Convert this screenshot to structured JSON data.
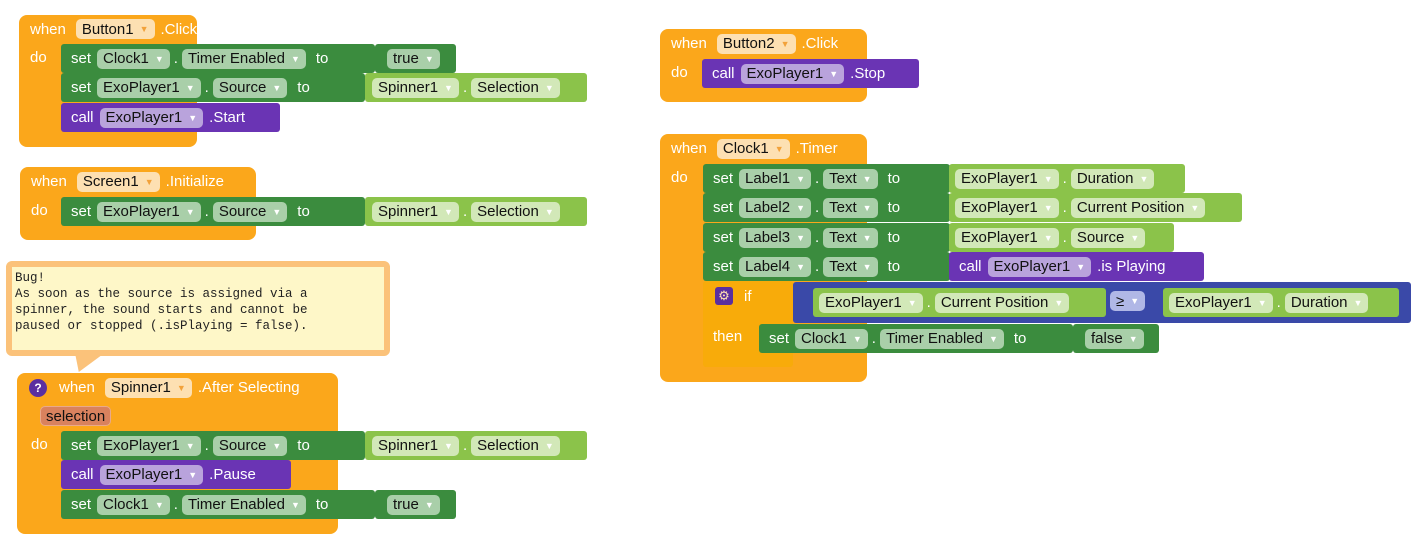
{
  "blocks": {
    "b1": {
      "when": "when",
      "component": "Button1",
      "event": ".Click",
      "do": "do",
      "r1": {
        "kw": "set",
        "comp": "Clock1",
        "prop": "Timer Enabled",
        "to": "to",
        "val": "true"
      },
      "r2": {
        "kw": "set",
        "comp": "ExoPlayer1",
        "prop": "Source",
        "to": "to",
        "vcomp": "Spinner1",
        "vprop": "Selection"
      },
      "r3": {
        "kw": "call",
        "comp": "ExoPlayer1",
        "method": ".Start"
      }
    },
    "b2": {
      "when": "when",
      "component": "Screen1",
      "event": ".Initialize",
      "do": "do",
      "r1": {
        "kw": "set",
        "comp": "ExoPlayer1",
        "prop": "Source",
        "to": "to",
        "vcomp": "Spinner1",
        "vprop": "Selection"
      }
    },
    "note": {
      "text": "Bug!\nAs soon as the source is assigned via a\nspinner, the sound starts and cannot be\npaused or stopped (.isPlaying = false)."
    },
    "b3": {
      "help": "?",
      "when": "when",
      "component": "Spinner1",
      "event": ".After Selecting",
      "param": "selection",
      "do": "do",
      "r1": {
        "kw": "set",
        "comp": "ExoPlayer1",
        "prop": "Source",
        "to": "to",
        "vcomp": "Spinner1",
        "vprop": "Selection"
      },
      "r2": {
        "kw": "call",
        "comp": "ExoPlayer1",
        "method": ".Pause"
      },
      "r3": {
        "kw": "set",
        "comp": "Clock1",
        "prop": "Timer Enabled",
        "to": "to",
        "val": "true"
      }
    },
    "b4": {
      "when": "when",
      "component": "Button2",
      "event": ".Click",
      "do": "do",
      "r1": {
        "kw": "call",
        "comp": "ExoPlayer1",
        "method": ".Stop"
      }
    },
    "b5": {
      "when": "when",
      "component": "Clock1",
      "event": ".Timer",
      "do": "do",
      "r1": {
        "kw": "set",
        "comp": "Label1",
        "prop": "Text",
        "to": "to",
        "vcomp": "ExoPlayer1",
        "vprop": "Duration"
      },
      "r2": {
        "kw": "set",
        "comp": "Label2",
        "prop": "Text",
        "to": "to",
        "vcomp": "ExoPlayer1",
        "vprop": "Current Position"
      },
      "r3": {
        "kw": "set",
        "comp": "Label3",
        "prop": "Text",
        "to": "to",
        "vcomp": "ExoPlayer1",
        "vprop": "Source"
      },
      "r4": {
        "kw": "set",
        "comp": "Label4",
        "prop": "Text",
        "to": "to",
        "ckw": "call",
        "ccomp": "ExoPlayer1",
        "cmethod": ".is Playing"
      },
      "ifb": {
        "if": "if",
        "then": "then",
        "lcomp": "ExoPlayer1",
        "lprop": "Current Position",
        "op": "≥",
        "rcomp": "ExoPlayer1",
        "rprop": "Duration",
        "set": {
          "kw": "set",
          "comp": "Clock1",
          "prop": "Timer Enabled",
          "to": "to",
          "val": "false"
        }
      }
    }
  },
  "colors": {
    "event": "#fba71b",
    "setter": "#3b8c3e",
    "getter": "#8bc34a",
    "call": "#6a34b4",
    "compare": "#3a49a8",
    "note_bg": "#fef7c8"
  }
}
